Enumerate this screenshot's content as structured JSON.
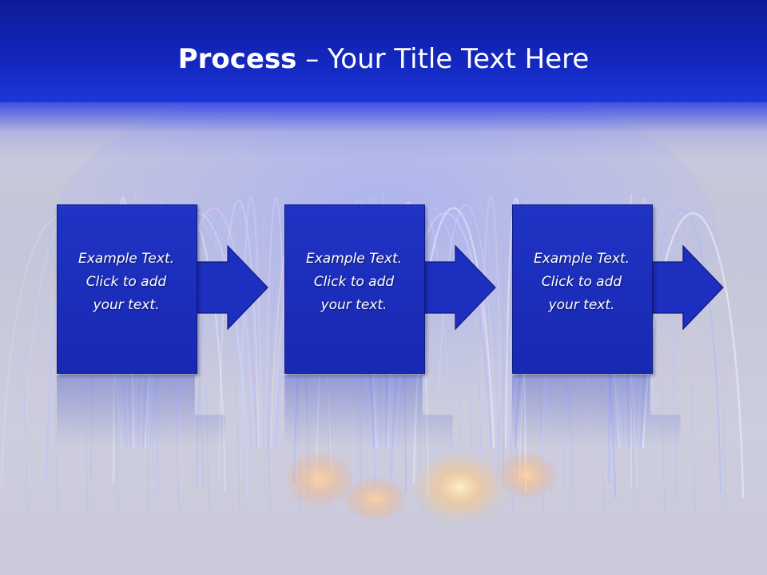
{
  "slide": {
    "title_strong": "Process",
    "title_rest": " – Your Title Text Here",
    "steps": [
      {
        "line1": "Example Text.",
        "line2": "Click  to add",
        "line3": "your text."
      },
      {
        "line1": "Example Text.",
        "line2": "Click  to add",
        "line3": "your text."
      },
      {
        "line1": "Example Text.",
        "line2": "Click  to add",
        "line3": "your text."
      }
    ]
  },
  "colors": {
    "header": "#1429c2",
    "box": "#1c2fbe",
    "box_border": "#0d1880",
    "text": "#ffffff",
    "background": "#c8c8db"
  }
}
